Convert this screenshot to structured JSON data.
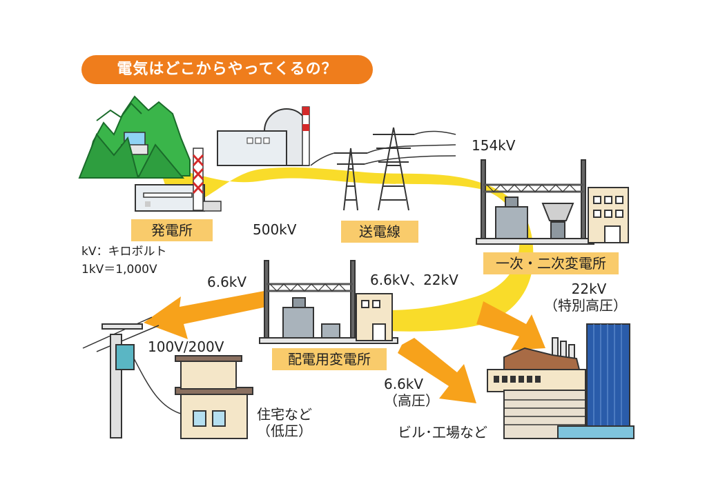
{
  "title": "電気はどこからやってくるの？",
  "labels": {
    "power_station": "発電所",
    "transmission_lines": "送電線",
    "primary_secondary_substation": "一次・二次変電所",
    "distribution_substation": "配電用変電所"
  },
  "voltages": {
    "v500": "500kV",
    "v154": "154kV",
    "v66_22": "6.6kV、22kV",
    "v66_left": "6.6kV",
    "v100_200": "100V/200V",
    "v22_line1": "22kV",
    "v22_line2": "（特別高圧）",
    "v66_line1": "6.6kV",
    "v66_line2": "（高圧）"
  },
  "legend": {
    "line1": "kV：キロボルト",
    "line2": "1kV＝1,000V"
  },
  "destinations": {
    "homes_line1": "住宅など",
    "homes_line2": "（低圧）",
    "buildings": "ビル･工場など"
  },
  "colors": {
    "title_bg": "#ef7d1c",
    "flow_yellow": "#f9dc2a",
    "arrow_orange": "#f7a21b",
    "label_box": "#f9cb6b",
    "mountain_green": "#3ab54a",
    "steel_grey": "#555555"
  }
}
